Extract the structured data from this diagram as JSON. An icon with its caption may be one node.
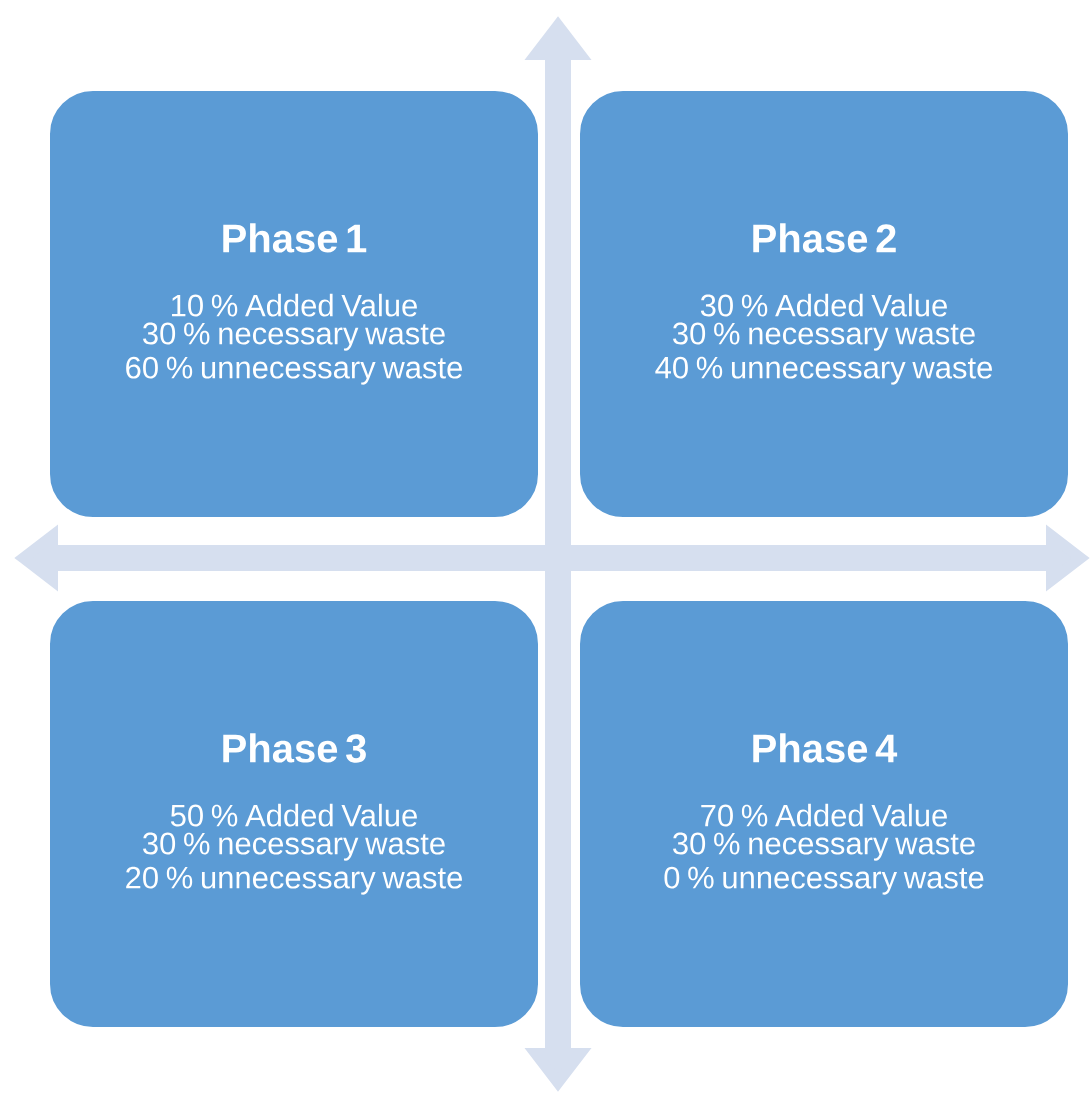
{
  "diagram": {
    "nodes": [
      {
        "text": [
          "Phase 1",
          "10 % Added Value",
          "30 % necessary waste",
          "60 % unnecessary waste"
        ]
      },
      {
        "text": [
          "Phase 2",
          "30 % Added Value",
          "30 % necessary waste",
          "40 % unnecessary waste"
        ]
      },
      {
        "text": [
          "Phase 3",
          "50 % Added Value",
          "30 % necessary waste",
          "20 % unnecessary waste"
        ]
      },
      {
        "text": [
          "Phase 4",
          "70 % Added Value",
          "30 % necessary waste",
          "0 % unnecessary waste"
        ]
      }
    ]
  }
}
